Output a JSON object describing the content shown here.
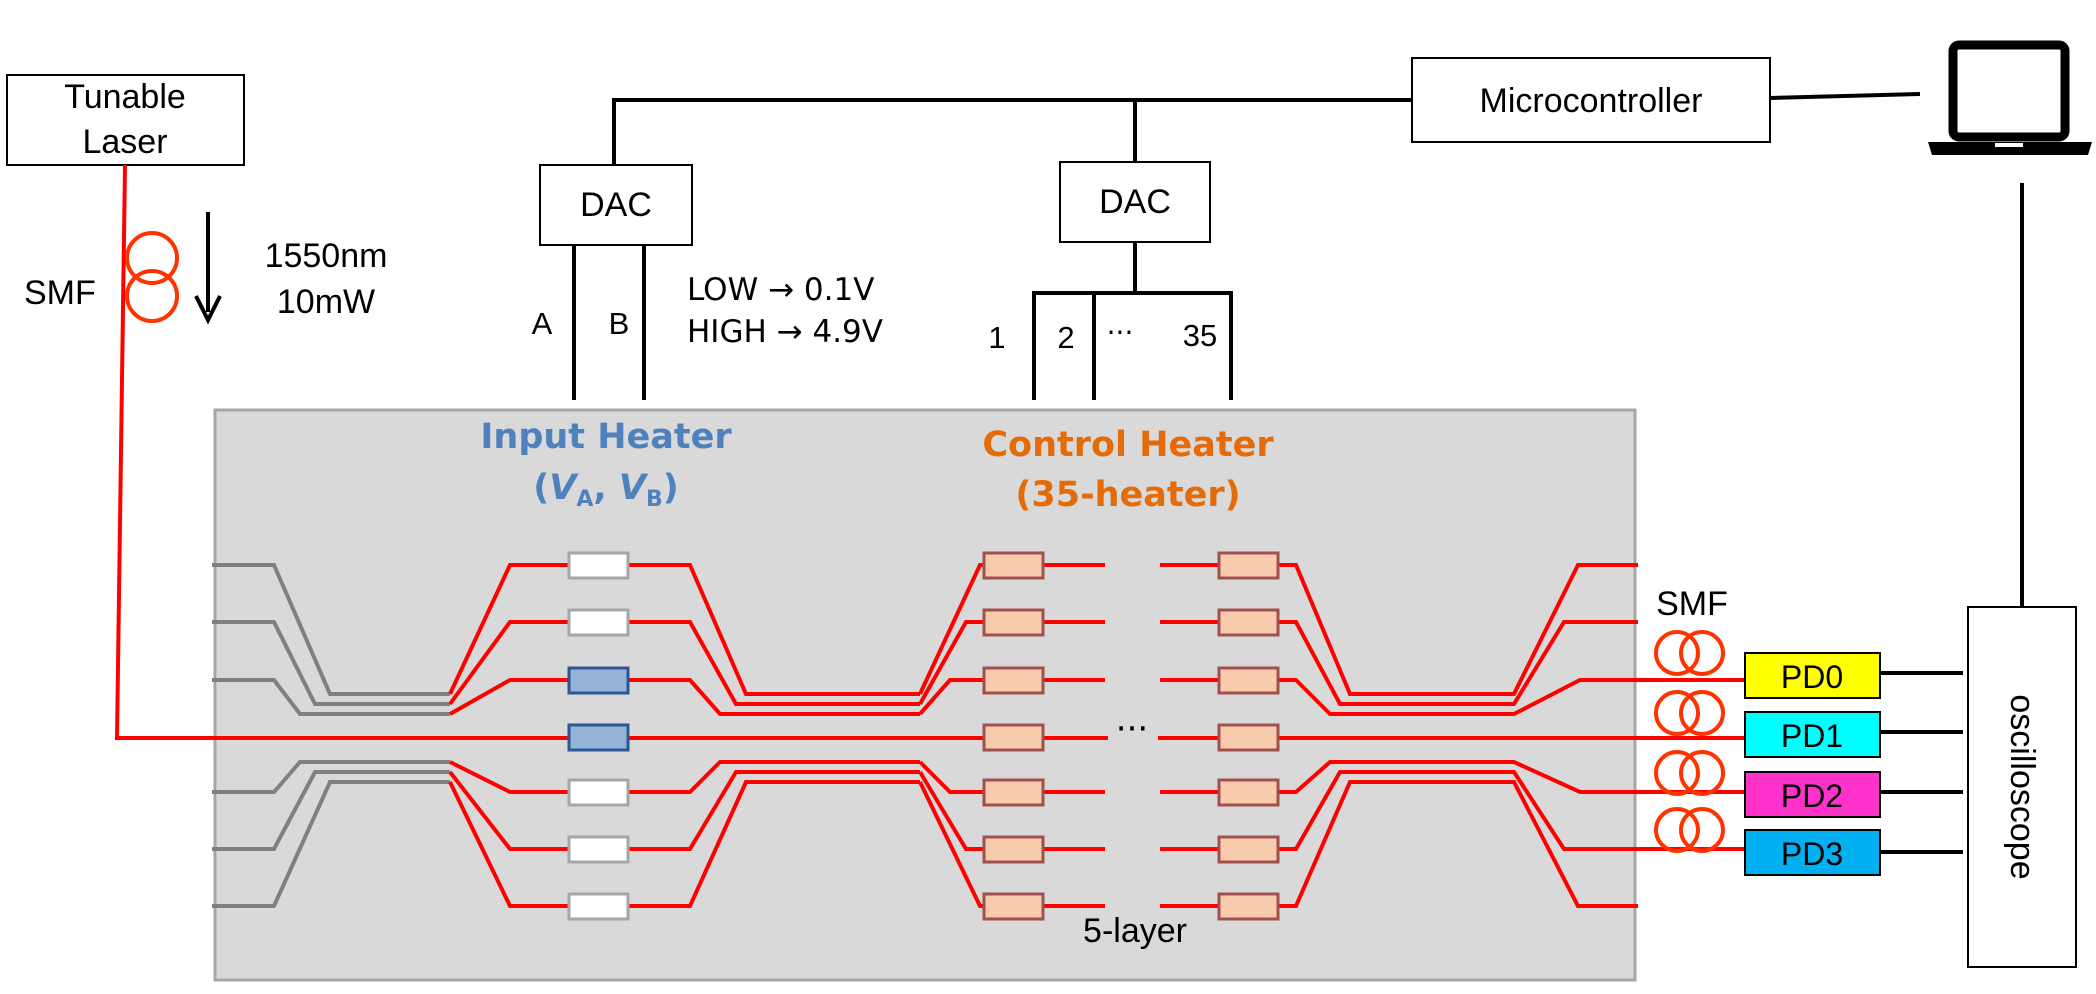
{
  "laser": {
    "line1": "Tunable",
    "line2": "Laser"
  },
  "fiber_left": {
    "label": "SMF",
    "wavelength": "1550nm",
    "power": "10mW"
  },
  "dac_input": {
    "label": "DAC",
    "ch_a": "A",
    "ch_b": "B"
  },
  "levels": {
    "low": "LOW → 0.1V",
    "high": "HIGH → 4.9V"
  },
  "dac_control": {
    "label": "DAC",
    "ch1": "1",
    "ch2": "2",
    "ellipsis": "···",
    "ch35": "35"
  },
  "microcontroller": {
    "label": "Microcontroller"
  },
  "input_heater": {
    "title": "Input Heater",
    "open": "(",
    "va": "V",
    "va_sub": "A",
    "sep": ", ",
    "vb": "V",
    "vb_sub": "B",
    "close": ")"
  },
  "control_heater": {
    "title": "Control Heater",
    "subtitle": "(35-heater)"
  },
  "chip": {
    "mid_ellipsis": "···",
    "layer_label": "5-layer"
  },
  "fiber_right": {
    "label": "SMF"
  },
  "photodetectors": [
    {
      "label": "PD0",
      "color": "#ffff00"
    },
    {
      "label": "PD1",
      "color": "#00ffff"
    },
    {
      "label": "PD2",
      "color": "#ff33cc"
    },
    {
      "label": "PD3",
      "color": "#00b0f0"
    }
  ],
  "oscilloscope": {
    "label": "oscilloscope"
  },
  "colors": {
    "waveguide": "#ff0000",
    "passive_waveguide": "#808080",
    "chip_fill": "#d9d9d9",
    "input_heater": "#4f81bd",
    "control_heater": "#e36c09",
    "heater_fill": "#f8cbad",
    "heater_border": "#a0504f",
    "active_input_fill": "#95b3d7",
    "active_input_border": "#2f5597"
  }
}
